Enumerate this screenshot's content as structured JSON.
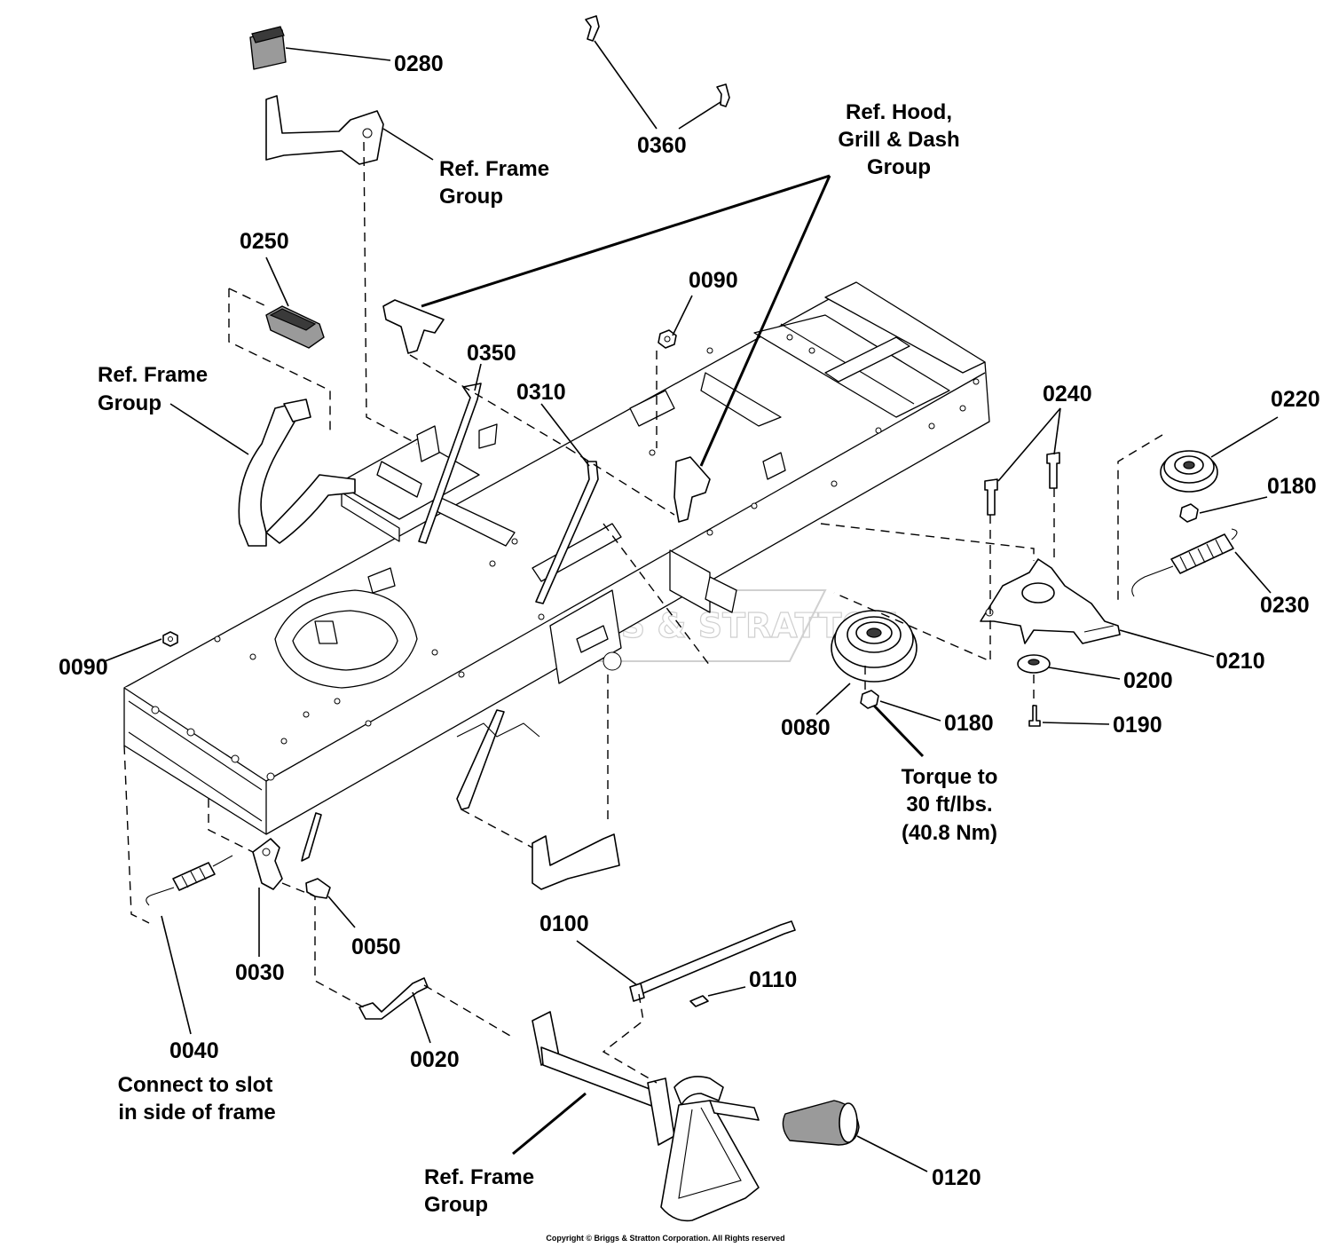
{
  "part_labels": {
    "p0280": "0280",
    "p0360": "0360",
    "p0250": "0250",
    "p0090_top": "0090",
    "p0350": "0350",
    "p0310": "0310",
    "p0240": "0240",
    "p0220": "0220",
    "p0180_right": "0180",
    "p0230": "0230",
    "p0210": "0210",
    "p0200": "0200",
    "p0190": "0190",
    "p0180_pulley": "0180",
    "p0080": "0080",
    "p0090_left": "0090",
    "p0050": "0050",
    "p0030": "0030",
    "p0040": "0040",
    "p0020": "0020",
    "p0100": "0100",
    "p0110": "0110",
    "p0120": "0120"
  },
  "notes": {
    "ref_frame_top": [
      "Ref. Frame",
      "Group"
    ],
    "ref_hood": [
      "Ref. Hood,",
      "Grill & Dash",
      "Group"
    ],
    "ref_frame_left": [
      "Ref. Frame",
      "Group"
    ],
    "ref_frame_bottom": [
      "Ref. Frame",
      "Group"
    ],
    "torque": [
      "Torque to",
      "30 ft/lbs.",
      "(40.8 Nm)"
    ],
    "connect_slot": [
      "Connect to slot",
      "in side of frame"
    ]
  },
  "watermark": "BRIGGS & STRATTON",
  "copyright": "Copyright © Briggs & Stratton Corporation. All Rights reserved"
}
